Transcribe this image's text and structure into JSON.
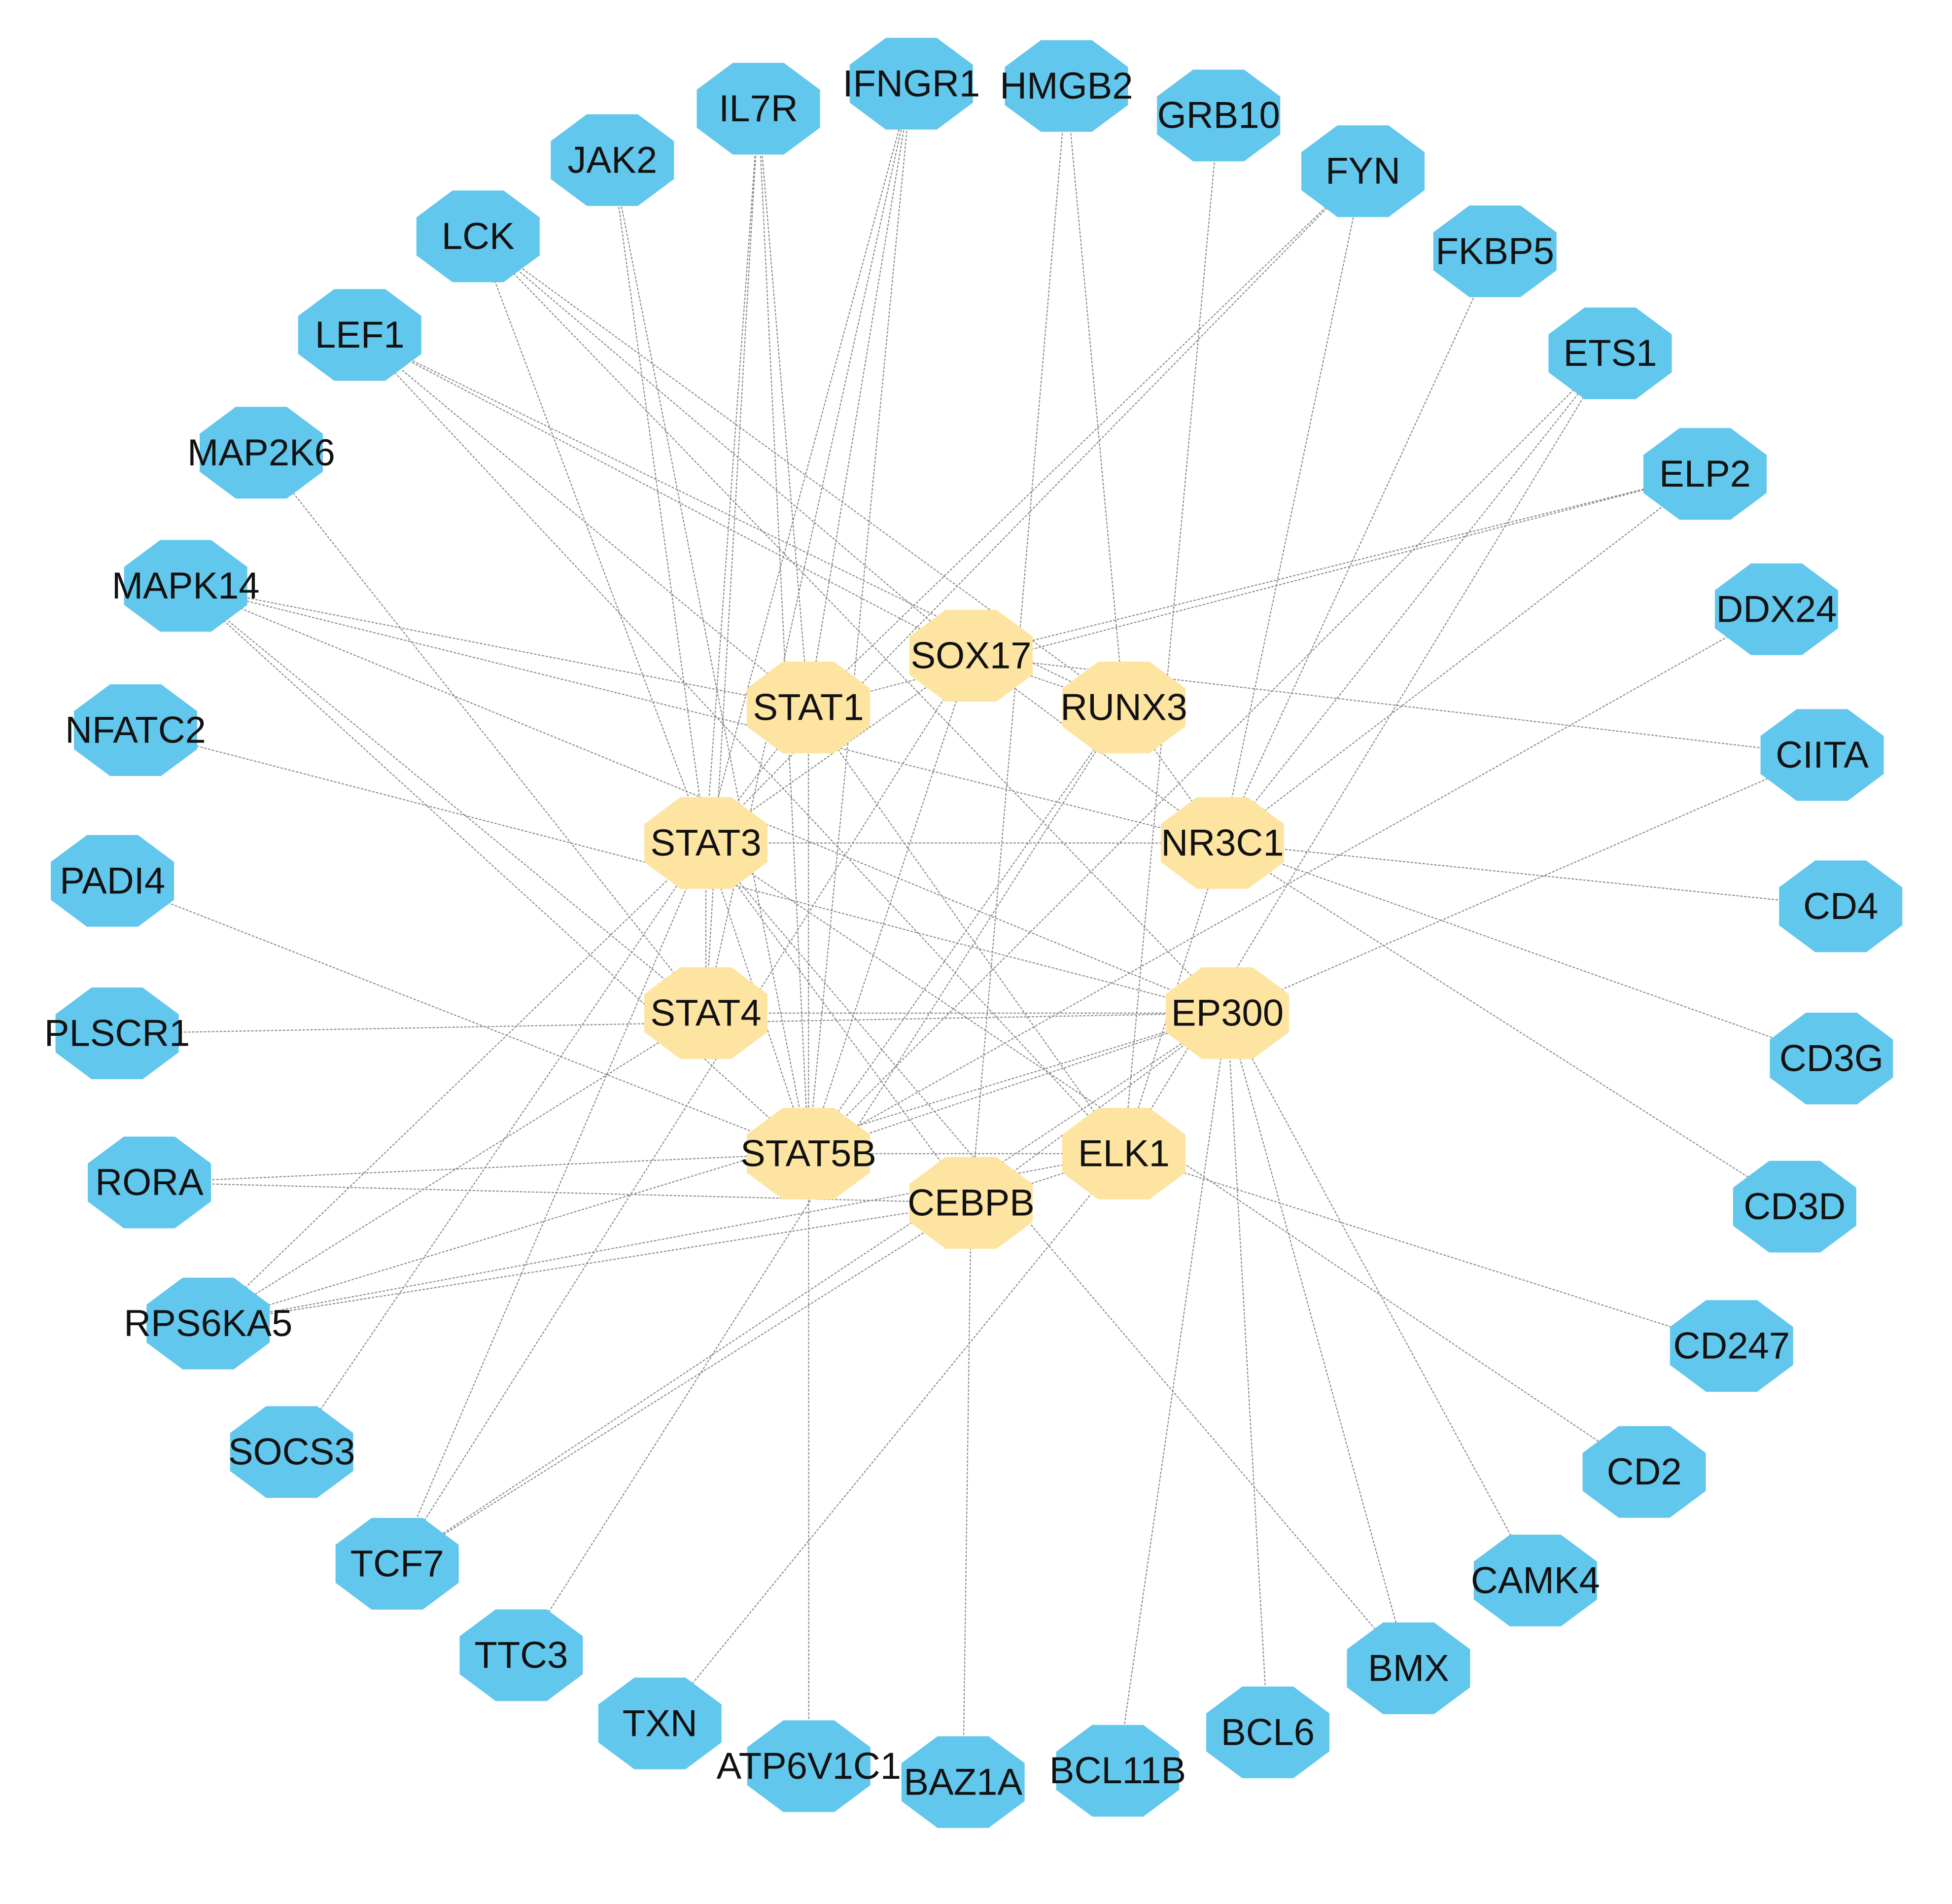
{
  "diagram": {
    "type": "network",
    "colors": {
      "hub": "#fde4a1",
      "target": "#62c7ec",
      "edge": "#8c8c8c",
      "label": "#111111",
      "background": "#ffffff"
    },
    "hubs": [
      "SOX17",
      "STAT1",
      "RUNX3",
      "STAT3",
      "NR3C1",
      "STAT4",
      "EP300",
      "STAT5B",
      "ELK1",
      "CEBPB"
    ],
    "targets": [
      "HMGB2",
      "GRB10",
      "FYN",
      "FKBP5",
      "ETS1",
      "ELP2",
      "DDX24",
      "CIITA",
      "CD4",
      "CD3G",
      "CD3D",
      "CD247",
      "CD2",
      "CAMK4",
      "BMX",
      "BCL6",
      "BCL11B",
      "BAZ1A",
      "ATP6V1C1",
      "TXN",
      "TTC3",
      "TCF7",
      "SOCS3",
      "RPS6KA5",
      "RORA",
      "PLSCR1",
      "PADI4",
      "NFATC2",
      "MAPK14",
      "MAP2K6",
      "LEF1",
      "LCK",
      "JAK2",
      "IL7R",
      "IFNGR1"
    ],
    "edges": [
      [
        "IFNGR1",
        "STAT1"
      ],
      [
        "IFNGR1",
        "STAT3"
      ],
      [
        "IFNGR1",
        "STAT4"
      ],
      [
        "IFNGR1",
        "STAT5B"
      ],
      [
        "IL7R",
        "STAT1"
      ],
      [
        "IL7R",
        "STAT3"
      ],
      [
        "IL7R",
        "STAT5B"
      ],
      [
        "IL7R",
        "STAT4"
      ],
      [
        "JAK2",
        "STAT3"
      ],
      [
        "JAK2",
        "STAT5B"
      ],
      [
        "LCK",
        "SOX17"
      ],
      [
        "LCK",
        "RUNX3"
      ],
      [
        "LCK",
        "STAT3"
      ],
      [
        "LCK",
        "EP300"
      ],
      [
        "LEF1",
        "SOX17"
      ],
      [
        "LEF1",
        "RUNX3"
      ],
      [
        "LEF1",
        "STAT1"
      ],
      [
        "LEF1",
        "ELK1"
      ],
      [
        "MAP2K6",
        "STAT4"
      ],
      [
        "MAPK14",
        "STAT1"
      ],
      [
        "MAPK14",
        "NR3C1"
      ],
      [
        "MAPK14",
        "EP300"
      ],
      [
        "MAPK14",
        "STAT4"
      ],
      [
        "MAPK14",
        "STAT5B"
      ],
      [
        "NFATC2",
        "EP300"
      ],
      [
        "PADI4",
        "STAT5B"
      ],
      [
        "PLSCR1",
        "EP300"
      ],
      [
        "RORA",
        "STAT5B"
      ],
      [
        "RORA",
        "CEBPB"
      ],
      [
        "RPS6KA5",
        "STAT3"
      ],
      [
        "RPS6KA5",
        "STAT4"
      ],
      [
        "RPS6KA5",
        "ELK1"
      ],
      [
        "RPS6KA5",
        "CEBPB"
      ],
      [
        "RPS6KA5",
        "EP300"
      ],
      [
        "SOCS3",
        "STAT3"
      ],
      [
        "TCF7",
        "SOX17"
      ],
      [
        "TCF7",
        "STAT3"
      ],
      [
        "TCF7",
        "EP300"
      ],
      [
        "TCF7",
        "CEBPB"
      ],
      [
        "TTC3",
        "RUNX3"
      ],
      [
        "TXN",
        "ELK1"
      ],
      [
        "ATP6V1C1",
        "STAT1"
      ],
      [
        "BAZ1A",
        "CEBPB"
      ],
      [
        "BCL11B",
        "EP300"
      ],
      [
        "BCL6",
        "EP300"
      ],
      [
        "BMX",
        "STAT3"
      ],
      [
        "BMX",
        "EP300"
      ],
      [
        "CAMK4",
        "EP300"
      ],
      [
        "CD2",
        "STAT3"
      ],
      [
        "CD247",
        "ELK1"
      ],
      [
        "CD3D",
        "NR3C1"
      ],
      [
        "CD3G",
        "NR3C1"
      ],
      [
        "CD4",
        "NR3C1"
      ],
      [
        "CIITA",
        "SOX17"
      ],
      [
        "CIITA",
        "EP300"
      ],
      [
        "DDX24",
        "STAT5B"
      ],
      [
        "ELP2",
        "SOX17"
      ],
      [
        "ELP2",
        "STAT1"
      ],
      [
        "ELP2",
        "NR3C1"
      ],
      [
        "ETS1",
        "STAT5B"
      ],
      [
        "ETS1",
        "ELK1"
      ],
      [
        "ETS1",
        "NR3C1"
      ],
      [
        "FKBP5",
        "NR3C1"
      ],
      [
        "FYN",
        "STAT1"
      ],
      [
        "FYN",
        "STAT3"
      ],
      [
        "FYN",
        "NR3C1"
      ],
      [
        "GRB10",
        "ELK1"
      ],
      [
        "HMGB2",
        "RUNX3"
      ],
      [
        "HMGB2",
        "CEBPB"
      ],
      [
        "SOX17",
        "RUNX3"
      ],
      [
        "SOX17",
        "STAT3"
      ],
      [
        "SOX17",
        "STAT5B"
      ],
      [
        "SOX17",
        "NR3C1"
      ],
      [
        "STAT1",
        "STAT3"
      ],
      [
        "STAT1",
        "ELK1"
      ],
      [
        "RUNX3",
        "NR3C1"
      ],
      [
        "RUNX3",
        "STAT5B"
      ],
      [
        "STAT3",
        "STAT4"
      ],
      [
        "STAT3",
        "STAT5B"
      ],
      [
        "STAT3",
        "NR3C1"
      ],
      [
        "STAT3",
        "CEBPB"
      ],
      [
        "NR3C1",
        "ELK1"
      ],
      [
        "STAT4",
        "EP300"
      ],
      [
        "EP300",
        "CEBPB"
      ],
      [
        "EP300",
        "STAT5B"
      ],
      [
        "STAT5B",
        "ELK1"
      ],
      [
        "ELK1",
        "CEBPB"
      ]
    ]
  }
}
